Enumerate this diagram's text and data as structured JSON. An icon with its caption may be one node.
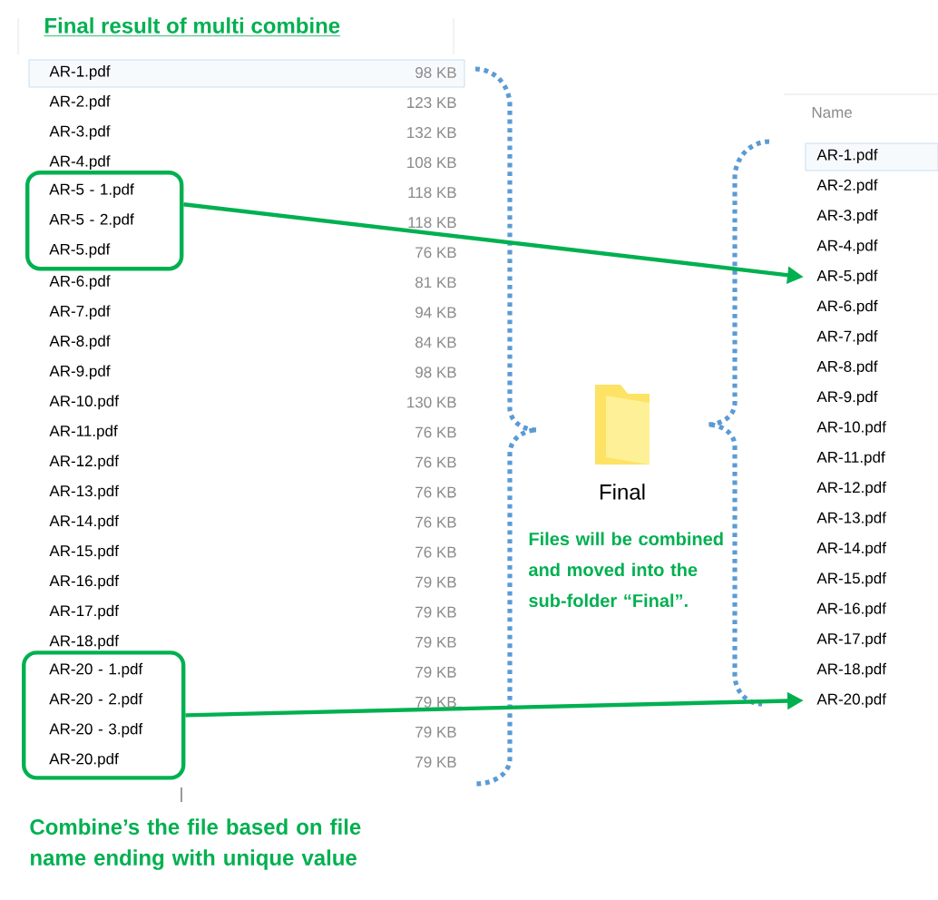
{
  "diagram": {
    "title": "Final result of multi combine",
    "caption": "Combine’s the file based on file name ending with unique value",
    "nodes": [
      {
        "text": [
          "AR-5 - 1.pdf",
          "AR-5 - 2.pdf",
          "AR-5.pdf"
        ]
      },
      {
        "text": [
          "AR-20 - 1.pdf",
          "AR-20 - 2.pdf",
          "AR-20 - 3.pdf",
          "AR-20.pdf"
        ]
      },
      {
        "text": [
          "AR-5.pdf"
        ]
      },
      {
        "text": [
          "AR-20.pdf"
        ]
      }
    ],
    "edges": [
      {
        "from": 0,
        "to": 2,
        "arrow": "to"
      },
      {
        "from": 1,
        "to": 3,
        "arrow": "to"
      }
    ],
    "labels": [
      "AR-1.pdf",
      "98 KB",
      "AR-2.pdf",
      "123 KB",
      "AR-3.pdf",
      "132 KB",
      "AR-4.pdf",
      "108 KB",
      "118 KB",
      "118 KB",
      "76 KB",
      "AR-6.pdf",
      "81 KB",
      "AR-7.pdf",
      "94 KB",
      "AR-8.pdf",
      "84 KB",
      "AR-9.pdf",
      "98 KB",
      "AR-10.pdf",
      "130 KB",
      "AR-11.pdf",
      "76 KB",
      "AR-12.pdf",
      "76 KB",
      "AR-13.pdf",
      "76 KB",
      "AR-14.pdf",
      "76 KB",
      "AR-15.pdf",
      "76 KB",
      "AR-16.pdf",
      "79 KB",
      "AR-17.pdf",
      "79 KB",
      "AR-18.pdf",
      "79 KB",
      "79 KB",
      "79 KB",
      "79 KB",
      "79 KB",
      "Final",
      "Files will be combined and moved into the sub-folder “Final”.",
      "Name",
      "AR-1.pdf",
      "AR-2.pdf",
      "AR-3.pdf",
      "AR-4.pdf",
      "AR-6.pdf",
      "AR-7.pdf",
      "AR-8.pdf",
      "AR-9.pdf",
      "AR-10.pdf",
      "AR-11.pdf",
      "AR-12.pdf",
      "AR-13.pdf",
      "AR-14.pdf",
      "AR-15.pdf",
      "AR-16.pdf",
      "AR-17.pdf",
      "AR-18.pdf"
    ]
  }
}
